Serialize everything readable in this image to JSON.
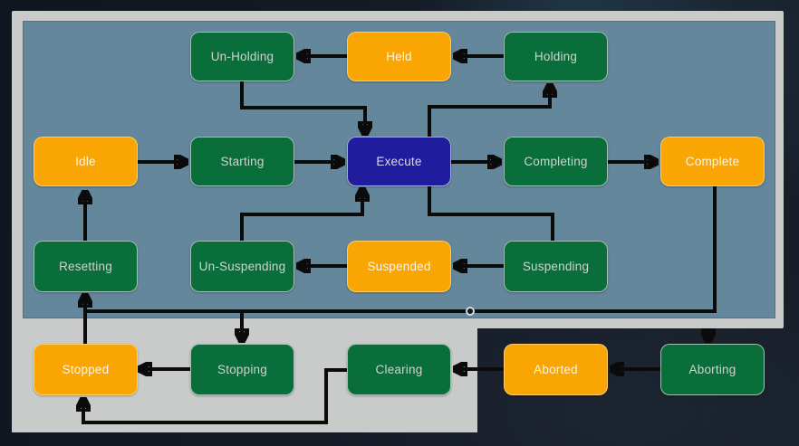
{
  "states": {
    "un_holding": "Un-Holding",
    "held": "Held",
    "holding": "Holding",
    "idle": "Idle",
    "starting": "Starting",
    "execute": "Execute",
    "completing": "Completing",
    "complete": "Complete",
    "resetting": "Resetting",
    "un_suspending": "Un-Suspending",
    "suspended": "Suspended",
    "suspending": "Suspending",
    "stopped": "Stopped",
    "stopping": "Stopping",
    "clearing": "Clearing",
    "aborted": "Aborted",
    "aborting": "Aborting"
  },
  "palette": {
    "acting_state_green": "#0A6E3A",
    "wait_state_orange": "#F9A605",
    "execute_state_blue": "#1F1D9E",
    "running_panel_blue": "#64879C",
    "panel_gray": "#C9CBCB",
    "background_dark": "#151B25",
    "connector_black": "#0B0B0B"
  },
  "transitions": [
    {
      "from": "Holding",
      "to": "Held"
    },
    {
      "from": "Held",
      "to": "Un-Holding"
    },
    {
      "from": "Un-Holding",
      "to": "Execute"
    },
    {
      "from": "Execute",
      "to": "Holding"
    },
    {
      "from": "Idle",
      "to": "Starting"
    },
    {
      "from": "Starting",
      "to": "Execute"
    },
    {
      "from": "Execute",
      "to": "Completing"
    },
    {
      "from": "Completing",
      "to": "Complete"
    },
    {
      "from": "Complete",
      "to": "Resetting"
    },
    {
      "from": "Complete",
      "to": "Stopping"
    },
    {
      "from": "Complete",
      "to": "Aborting"
    },
    {
      "from": "Execute",
      "to": "Suspending"
    },
    {
      "from": "Suspending",
      "to": "Suspended"
    },
    {
      "from": "Suspended",
      "to": "Un-Suspending"
    },
    {
      "from": "Un-Suspending",
      "to": "Execute"
    },
    {
      "from": "Resetting",
      "to": "Idle"
    },
    {
      "from": "Stopped",
      "to": "Resetting"
    },
    {
      "from": "Stopping",
      "to": "Stopped"
    },
    {
      "from": "Clearing",
      "to": "Stopped"
    },
    {
      "from": "Aborted",
      "to": "Clearing"
    },
    {
      "from": "Aborting",
      "to": "Aborted"
    }
  ]
}
